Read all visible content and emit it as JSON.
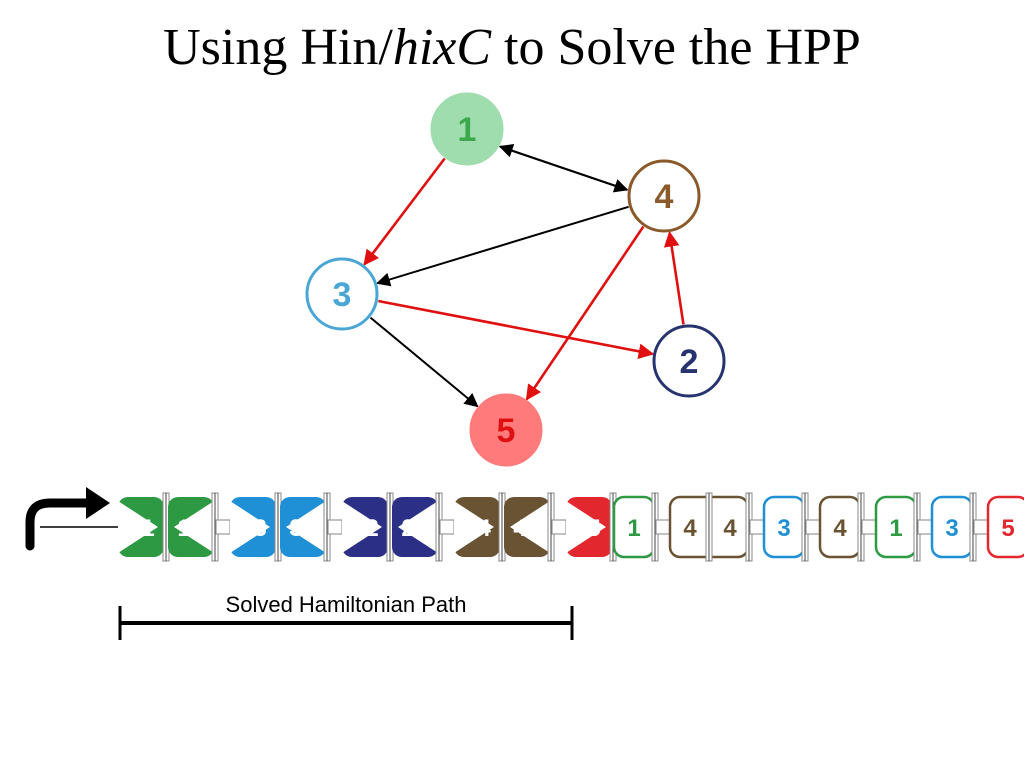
{
  "title": {
    "prefix": "Using Hin/",
    "italic": "hixC",
    "suffix": " to Solve the HPP"
  },
  "colors": {
    "node1": "#9fdcae",
    "node1_text": "#3aa84b",
    "node2": "#27336f",
    "node3": "#4aa6d4",
    "node4": "#8a5a2b",
    "node5": "#ff7b7b",
    "node5_text": "#e01010",
    "solved_edge": "#e01010",
    "edge": "#000000",
    "seg1": "#2d9a43",
    "seg2": "#2b2f86",
    "seg3": "#1f8fd6",
    "seg4": "#6a5333",
    "seg5": "#e3272e"
  },
  "graph": {
    "nodes": [
      {
        "id": "1",
        "label": "1"
      },
      {
        "id": "2",
        "label": "2"
      },
      {
        "id": "3",
        "label": "3"
      },
      {
        "id": "4",
        "label": "4"
      },
      {
        "id": "5",
        "label": "5"
      }
    ],
    "edges": [
      {
        "from": "1",
        "to": "4",
        "solved": false
      },
      {
        "from": "4",
        "to": "1",
        "solved": false
      },
      {
        "from": "1",
        "to": "3",
        "solved": true
      },
      {
        "from": "4",
        "to": "3",
        "solved": false
      },
      {
        "from": "3",
        "to": "2",
        "solved": true
      },
      {
        "from": "2",
        "to": "4",
        "solved": true
      },
      {
        "from": "4",
        "to": "5",
        "solved": true
      },
      {
        "from": "3",
        "to": "5",
        "solved": false
      }
    ]
  },
  "construct": {
    "solved_segments": [
      {
        "labels": [
          "1",
          "1"
        ],
        "color": "seg1"
      },
      {
        "labels": [
          "3",
          "3"
        ],
        "color": "seg3"
      },
      {
        "labels": [
          "2",
          "2"
        ],
        "color": "seg2"
      },
      {
        "labels": [
          "4",
          "4"
        ],
        "color": "seg4"
      },
      {
        "labels": [
          "5"
        ],
        "color": "seg5"
      }
    ],
    "outline_segments": [
      {
        "labels": [
          "1"
        ],
        "color": "seg1"
      },
      {
        "labels": [
          "4",
          "4"
        ],
        "color": "seg4"
      },
      {
        "labels": [
          "3"
        ],
        "color": "seg3"
      },
      {
        "labels": [
          "4"
        ],
        "color": "seg4"
      },
      {
        "labels": [
          "1"
        ],
        "color": "seg1"
      },
      {
        "labels": [
          "3"
        ],
        "color": "seg3"
      },
      {
        "labels": [
          "5"
        ],
        "color": "seg5"
      }
    ],
    "caption": "Solved Hamiltonian Path"
  }
}
